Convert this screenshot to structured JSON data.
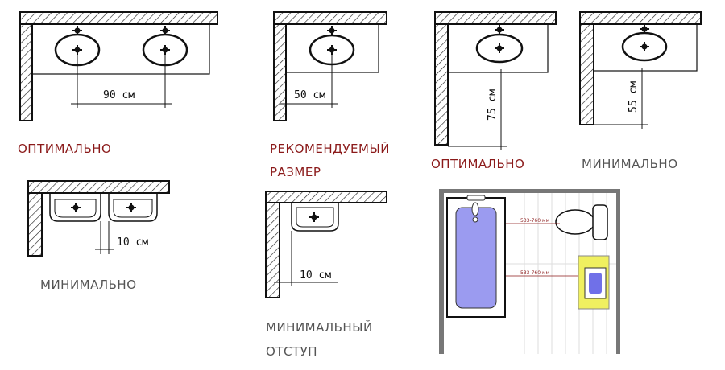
{
  "panels": [
    {
      "dimension": "90 см",
      "label": "ОПТИМАЛЬНО"
    },
    {
      "dimension": "50 см",
      "label_lines": [
        "РЕКОМЕНДУЕМЫЙ",
        "РАЗМЕР"
      ]
    },
    {
      "dimension": "75 см",
      "label": "ОПТИМАЛЬНО"
    },
    {
      "dimension": "55 см",
      "label": "МИНИМАЛЬНО"
    },
    {
      "dimension": "10 см",
      "label": "МИНИМАЛЬНО"
    },
    {
      "dimension": "10 см",
      "label_lines": [
        "МИНИМАЛЬНЫЙ",
        "ОТСТУП"
      ]
    },
    {
      "dimensions": [
        "533-760 мм",
        "533-760 мм"
      ]
    }
  ],
  "colors": {
    "label_red": "#8b1a1a",
    "label_gray": "#555555",
    "tub_blue": "#9b9bf0",
    "vanity_yellow": "#f0f060"
  }
}
